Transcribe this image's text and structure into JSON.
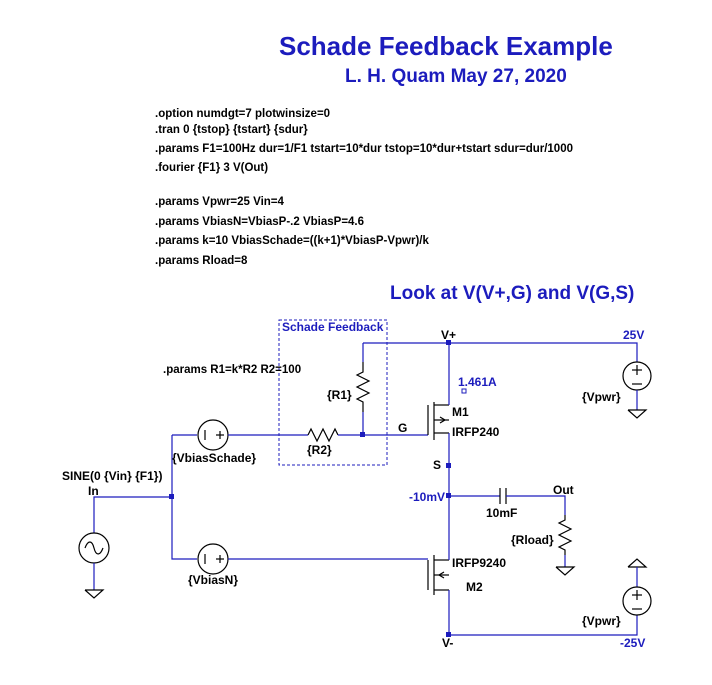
{
  "title": "Schade Feedback Example",
  "author": "L. H. Quam   May 27, 2020",
  "directives": [
    ".option numdgt=7 plotwinsize=0",
    ".tran 0 {tstop} {tstart} {sdur}",
    " .params F1=100Hz dur=1/F1 tstart=10*dur tstop=10*dur+tstart sdur=dur/1000",
    ".fourier {F1} 3 V(Out)",
    ".params Vpwr=25 Vin=4",
    ".params VbiasN=VbiasP-.2 VbiasP=4.6",
    ".params k=10 VbiasSchade=((k+1)*VbiasP-Vpwr)/k",
    " .params Rload=8"
  ],
  "note": "Look at V(V+,G) and V(G,S)",
  "feedback_box_label": "Schade Feedback",
  "params_r": ".params R1=k*R2 R2=100",
  "labels": {
    "r1": "{R1}",
    "r2": "{R2}",
    "g": "G",
    "vplus": "V+",
    "vminus": "V-",
    "s": "S",
    "m1": "M1",
    "m1_model": "IRFP240",
    "m2": "M2",
    "m2_model": "IRFP9240",
    "current": "1.461A",
    "vs_top": "25V",
    "vs_bot": "-25V",
    "vpwr_top": "{Vpwr}",
    "vpwr_bot": "{Vpwr}",
    "vbias_schade": "{VbiasSchade}",
    "vbias_n": "{VbiasN}",
    "sine": "SINE(0 {Vin} {F1})",
    "in": "In",
    "out": "Out",
    "cap": "10mF",
    "rload": "{Rload}",
    "s_voltage": "-10mV"
  },
  "colors": {
    "wire": "#1c1cbd",
    "component": "#000000"
  }
}
